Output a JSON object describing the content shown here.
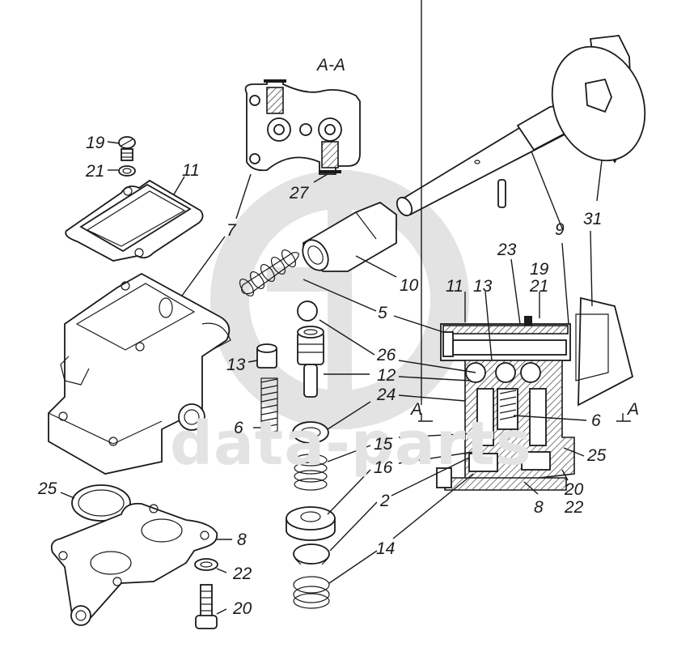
{
  "diagram": {
    "type": "exploded-parts-view",
    "watermark": {
      "text": "data-parts",
      "color": "#e3e3e3"
    },
    "section": {
      "title": "A-A",
      "marker_left": "A",
      "marker_right": "A"
    },
    "callouts": [
      {
        "id": "c19a",
        "text": "19"
      },
      {
        "id": "c21a",
        "text": "21"
      },
      {
        "id": "c11a",
        "text": "11"
      },
      {
        "id": "c7",
        "text": "7"
      },
      {
        "id": "c27",
        "text": "27"
      },
      {
        "id": "c10",
        "text": "10"
      },
      {
        "id": "c5",
        "text": "5"
      },
      {
        "id": "c13a",
        "text": "13"
      },
      {
        "id": "c6a",
        "text": "6"
      },
      {
        "id": "c26",
        "text": "26"
      },
      {
        "id": "c12",
        "text": "12"
      },
      {
        "id": "c24",
        "text": "24"
      },
      {
        "id": "c15",
        "text": "15"
      },
      {
        "id": "c16",
        "text": "16"
      },
      {
        "id": "c2",
        "text": "2"
      },
      {
        "id": "c14",
        "text": "14"
      },
      {
        "id": "c25a",
        "text": "25"
      },
      {
        "id": "c8a",
        "text": "8"
      },
      {
        "id": "c22a",
        "text": "22"
      },
      {
        "id": "c20a",
        "text": "20"
      },
      {
        "id": "c11b",
        "text": "11"
      },
      {
        "id": "c13b",
        "text": "13"
      },
      {
        "id": "c23",
        "text": "23"
      },
      {
        "id": "c19b",
        "text": "19"
      },
      {
        "id": "c21b",
        "text": "21"
      },
      {
        "id": "c9",
        "text": "9"
      },
      {
        "id": "c31",
        "text": "31"
      },
      {
        "id": "c6b",
        "text": "6"
      },
      {
        "id": "c25b",
        "text": "25"
      },
      {
        "id": "c20b",
        "text": "20"
      },
      {
        "id": "c22b",
        "text": "22"
      },
      {
        "id": "c8b",
        "text": "8"
      }
    ]
  }
}
